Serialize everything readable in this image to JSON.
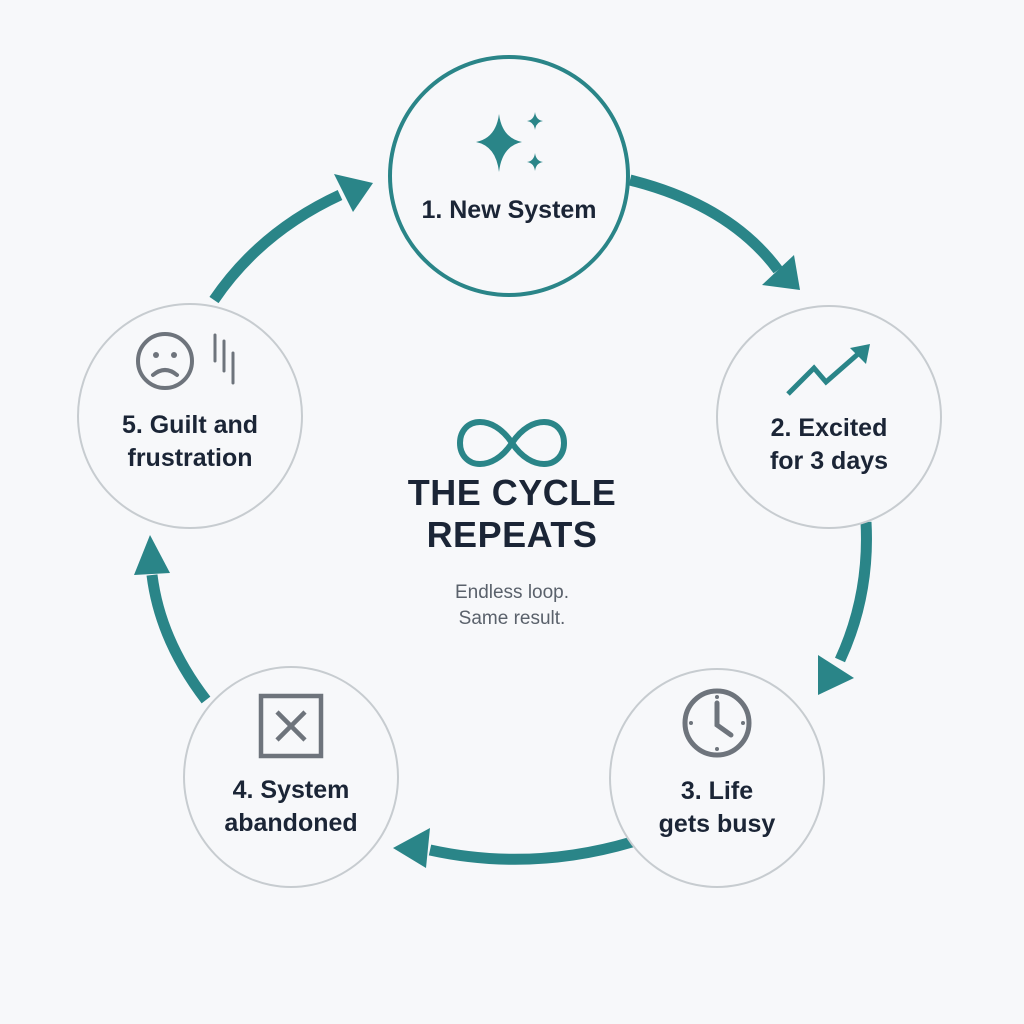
{
  "colors": {
    "accent": "#2a8588",
    "text_dark": "#1b2536",
    "text_muted": "#5a616b",
    "icon_gray": "#6e747c",
    "border_gray": "#c7ccd0",
    "background": "#f7f8fa"
  },
  "center": {
    "icon": "infinity-icon",
    "title": "THE CYCLE\nREPEATS",
    "subtitle": "Endless loop.\nSame result."
  },
  "steps": [
    {
      "label": "1. New System",
      "icon": "sparkles-icon",
      "highlighted": true
    },
    {
      "label": "2. Excited\nfor 3 days",
      "icon": "trend-up-icon",
      "highlighted": false
    },
    {
      "label": "3. Life\ngets busy",
      "icon": "clock-icon",
      "highlighted": false
    },
    {
      "label": "4. System\nabandoned",
      "icon": "x-box-icon",
      "highlighted": false
    },
    {
      "label": "5. Guilt and\nfrustration",
      "icon": "sad-face-icon",
      "highlighted": false
    }
  ]
}
